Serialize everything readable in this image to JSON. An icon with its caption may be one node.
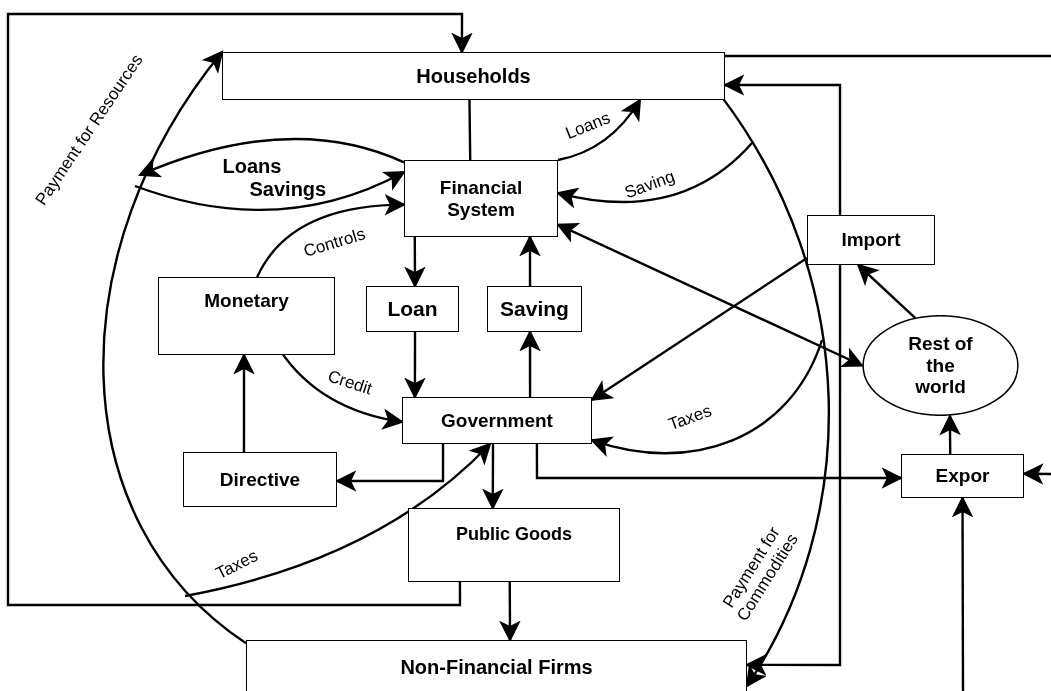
{
  "diagram": {
    "nodes": [
      {
        "text": [
          "Households"
        ]
      },
      {
        "text": [
          "Financial System"
        ]
      },
      {
        "text": [
          "Import"
        ]
      },
      {
        "text": [
          "Monetary"
        ]
      },
      {
        "text": [
          "Loan"
        ]
      },
      {
        "text": [
          "Saving"
        ]
      },
      {
        "text": [
          "Rest of the world"
        ]
      },
      {
        "text": [
          "Government"
        ]
      },
      {
        "text": [
          "Directive"
        ]
      },
      {
        "text": [
          "Expor"
        ]
      },
      {
        "text": [
          "Public Goods"
        ]
      },
      {
        "text": [
          "Non-Financial Firms"
        ]
      }
    ],
    "edges": [
      {
        "from": 10,
        "to": 0,
        "arrow": "to"
      },
      {
        "from": 0,
        "to": null,
        "arrow": "none"
      },
      {
        "from": 0,
        "to": 1,
        "arrow": "none"
      },
      {
        "from": 2,
        "to": 0,
        "arrow": "to"
      },
      {
        "from": 2,
        "to": 11,
        "arrow": "to"
      },
      {
        "from": 11,
        "to": 0,
        "arrow": "to",
        "label": "Payment for Resources"
      },
      {
        "from": 0,
        "to": 11,
        "arrow": "to",
        "label": "Payment for Commodities"
      },
      {
        "from": 1,
        "to": null,
        "arrow": "to",
        "label": "Loans"
      },
      {
        "from": null,
        "to": 1,
        "arrow": "to",
        "label": "Savings"
      },
      {
        "from": 1,
        "to": 0,
        "arrow": "to",
        "label": "Loans"
      },
      {
        "from": null,
        "to": 1,
        "arrow": "to",
        "label": "Saving"
      },
      {
        "from": 1,
        "to": 6,
        "arrow": "both"
      },
      {
        "from": 2,
        "to": 7,
        "arrow": "to"
      },
      {
        "from": 6,
        "to": 2,
        "arrow": "to"
      },
      {
        "from": 9,
        "to": 6,
        "arrow": "to"
      },
      {
        "from": null,
        "to": 9,
        "arrow": "to"
      },
      {
        "from": null,
        "to": 9,
        "arrow": "to"
      },
      {
        "from": 7,
        "to": 9,
        "arrow": "to"
      },
      {
        "from": 3,
        "to": 1,
        "arrow": "to",
        "label": "Controls"
      },
      {
        "from": 1,
        "to": 4,
        "arrow": "to"
      },
      {
        "from": 5,
        "to": 1,
        "arrow": "to"
      },
      {
        "from": 4,
        "to": 7,
        "arrow": "to"
      },
      {
        "from": 7,
        "to": 5,
        "arrow": "to"
      },
      {
        "from": 3,
        "to": 7,
        "arrow": "to",
        "label": "Credit"
      },
      {
        "from": 8,
        "to": 3,
        "arrow": "to"
      },
      {
        "from": 7,
        "to": 8,
        "arrow": "to"
      },
      {
        "from": null,
        "to": 7,
        "arrow": "to",
        "label": "Taxes"
      },
      {
        "from": null,
        "to": 7,
        "arrow": "to",
        "label": "Taxes"
      },
      {
        "from": 7,
        "to": 10,
        "arrow": "to"
      },
      {
        "from": 10,
        "to": 11,
        "arrow": "to"
      }
    ]
  }
}
